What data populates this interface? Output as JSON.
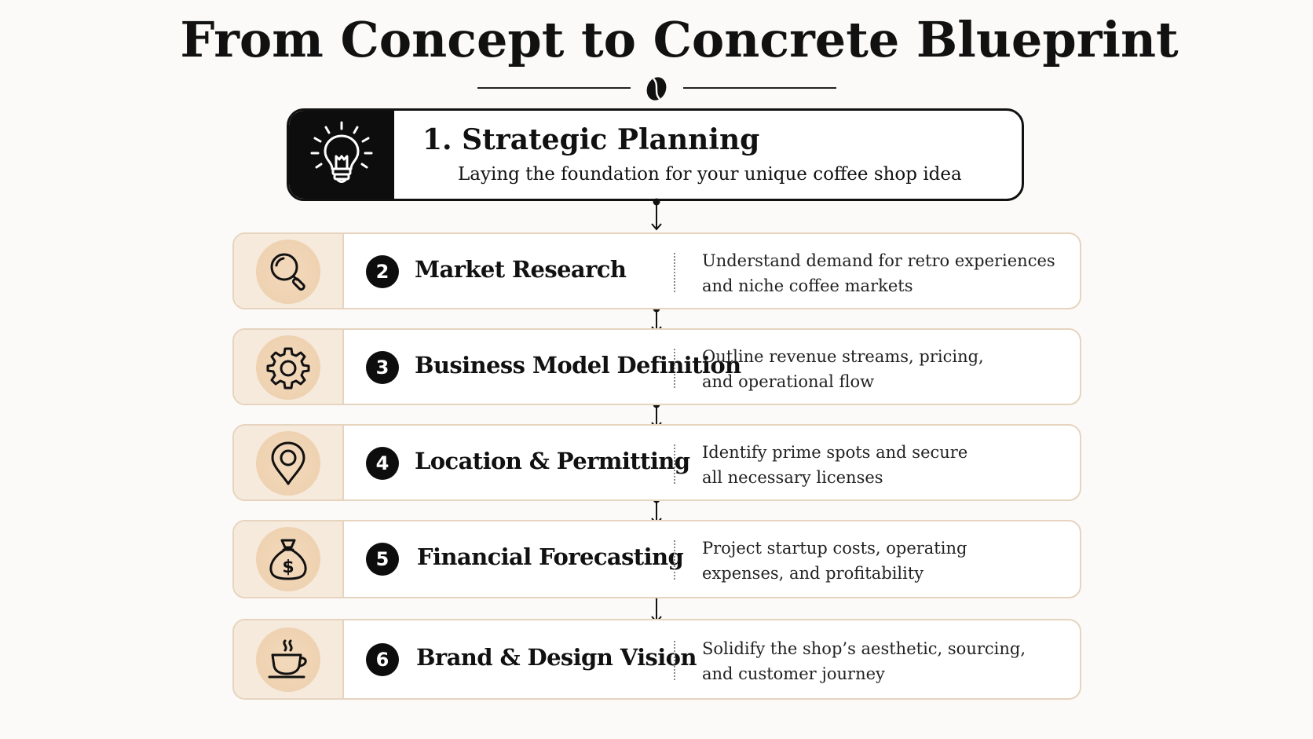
{
  "title": "From Concept to Concrete Blueprint",
  "hero": {
    "title": "1. Strategic Planning",
    "subtitle": "Laying the foundation for your unique coffee shop idea",
    "icon": "lightbulb-icon"
  },
  "steps": [
    {
      "number": "2",
      "title": "Market Research",
      "desc_line1": "Understand demand for retro experiences",
      "desc_line2": "and niche coffee markets",
      "icon": "magnifier-icon"
    },
    {
      "number": "3",
      "title": "Business Model Definition",
      "desc_line1": "Outline revenue streams, pricing,",
      "desc_line2": "and operational flow",
      "icon": "gear-icon"
    },
    {
      "number": "4",
      "title": "Location & Permitting",
      "desc_line1": "Identify prime spots and secure",
      "desc_line2": "all necessary licenses",
      "icon": "map-pin-icon"
    },
    {
      "number": "5",
      "title": "Financial Forecasting",
      "desc_line1": "Project startup costs, operating",
      "desc_line2": "expenses, and profitability",
      "icon": "money-bag-icon"
    },
    {
      "number": "6",
      "title": "Brand & Design Vision",
      "desc_line1": "Solidify the shop’s aesthetic, sourcing,",
      "desc_line2": "and customer journey",
      "icon": "coffee-cup-icon"
    }
  ],
  "colors": {
    "background": "#fbfaf8",
    "accent_beige": "#f6eadc",
    "icon_circle": "#eed2b1",
    "card_border": "#e6d4bf",
    "dark": "#0d0d0d"
  }
}
